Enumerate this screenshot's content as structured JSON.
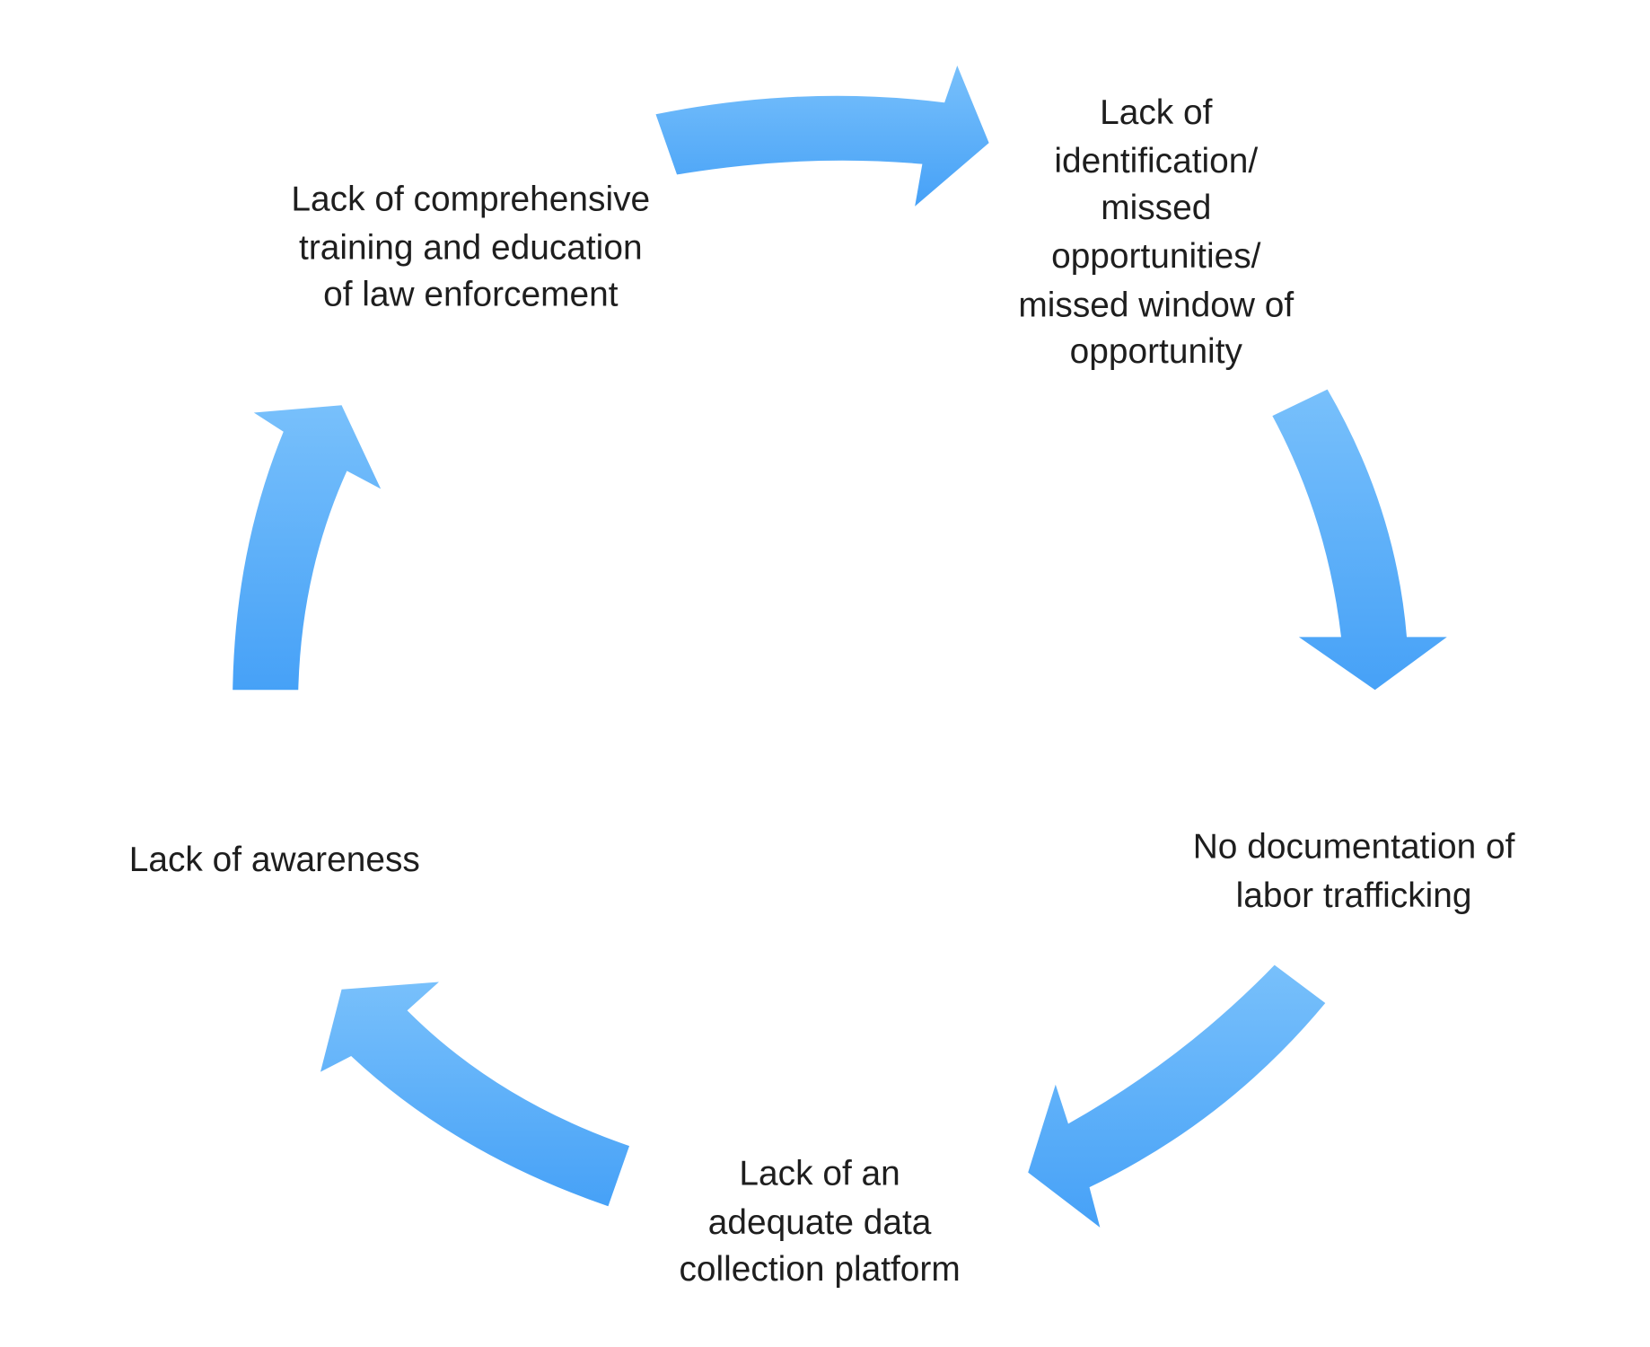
{
  "diagram": {
    "type": "cycle",
    "arrow_color_top": "#78c0fb",
    "arrow_color_bottom": "#46a1f7",
    "text_color": "#1e1e1e",
    "nodes": [
      {
        "id": "training",
        "lines": [
          "Lack of comprehensive",
          "training and education",
          "of law enforcement"
        ]
      },
      {
        "id": "identification",
        "lines": [
          "Lack of",
          "identification/",
          "missed",
          "opportunities/",
          "missed window of",
          "opportunity"
        ]
      },
      {
        "id": "documentation",
        "lines": [
          "No documentation of",
          "labor trafficking"
        ]
      },
      {
        "id": "data-platform",
        "lines": [
          "Lack of an",
          "adequate data",
          "collection platform"
        ]
      },
      {
        "id": "awareness",
        "lines": [
          "Lack of awareness"
        ]
      }
    ]
  }
}
